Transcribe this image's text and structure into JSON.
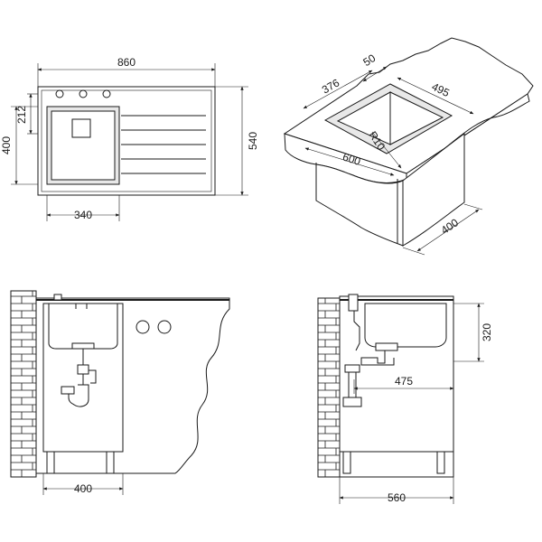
{
  "top_view": {
    "width_label": "860",
    "depth_label": "540",
    "bowl_depth_label": "400",
    "offset_label": "212",
    "bowl_width_label": "340"
  },
  "iso_view": {
    "rim_label": "50",
    "bowl_front_label": "376",
    "bowl_back_label": "495",
    "radius_label": "R10",
    "cabinet_label": "600",
    "depth_label": "400"
  },
  "front_view": {
    "cabinet_label": "400"
  },
  "side_view": {
    "height_label": "320",
    "drain_label": "475",
    "depth_label": "560"
  }
}
